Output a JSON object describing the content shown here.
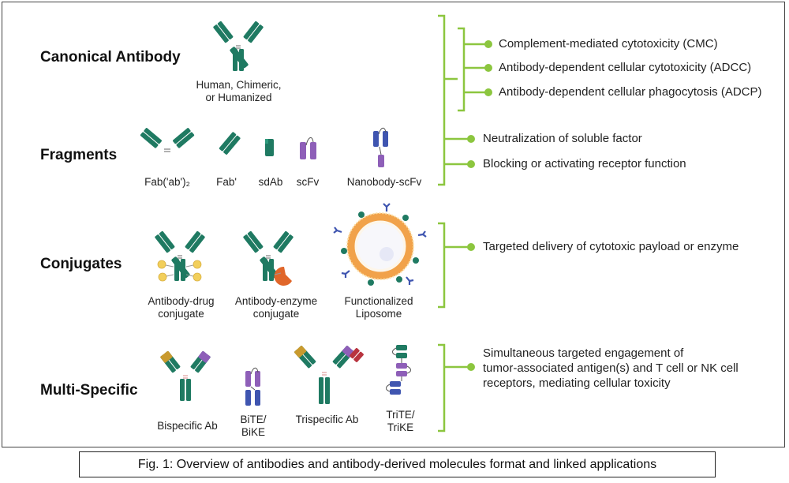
{
  "sections": {
    "canonical": {
      "title": "Canonical Antibody",
      "molecule_label": "Human, Chimeric,\nor Humanized",
      "applications": [
        "Complement-mediated cytotoxicity (CMC)",
        "Antibody-dependent cellular cytotoxicity (ADCC)",
        "Antibody-dependent cellular phagocytosis (ADCP)"
      ]
    },
    "fragments": {
      "title": "Fragments",
      "molecules": [
        "Fab('ab')₂",
        "Fab'",
        "sdAb",
        "scFv",
        "Nanobody-scFv"
      ],
      "applications": [
        "Neutralization of soluble factor",
        "Blocking or activating receptor function"
      ]
    },
    "conjugates": {
      "title": "Conjugates",
      "molecules": [
        "Antibody-drug\nconjugate",
        "Antibody-enzyme\nconjugate",
        "Functionalized\nLiposome"
      ],
      "applications": [
        "Targeted delivery of cytotoxic payload or enzyme"
      ]
    },
    "multispecific": {
      "title": "Multi-Specific",
      "molecules": [
        "Bispecific Ab",
        "BiTE/\nBiKE",
        "Trispecific Ab",
        "TriTE/\nTriKE"
      ],
      "applications": [
        "Simultaneous targeted engagement of\ntumor-associated antigen(s) and T cell or NK cell\nreceptors, mediating cellular toxicity"
      ]
    }
  },
  "caption": "Fig. 1: Overview of antibodies and antibody-derived molecules format and linked applications",
  "colors": {
    "antibody_green": "#1f7a62",
    "bracket_green": "#8cc63f",
    "scfv_purple": "#8e5fb8",
    "nanobody_blue": "#3f55b0",
    "enzyme_orange": "#e0662a",
    "drug_yellow": "#f2cf5b",
    "liposome_orange": "#f1a24a",
    "trispecific_red": "#b8343f",
    "bispecific_gold": "#c99a2e"
  },
  "icons": [
    "antibody-icon",
    "fab2-icon",
    "fab-icon",
    "sdab-icon",
    "scfv-icon",
    "nanobody-scfv-icon",
    "adc-icon",
    "aec-icon",
    "liposome-icon",
    "bispecific-icon",
    "bite-icon",
    "trispecific-icon",
    "trite-icon"
  ]
}
